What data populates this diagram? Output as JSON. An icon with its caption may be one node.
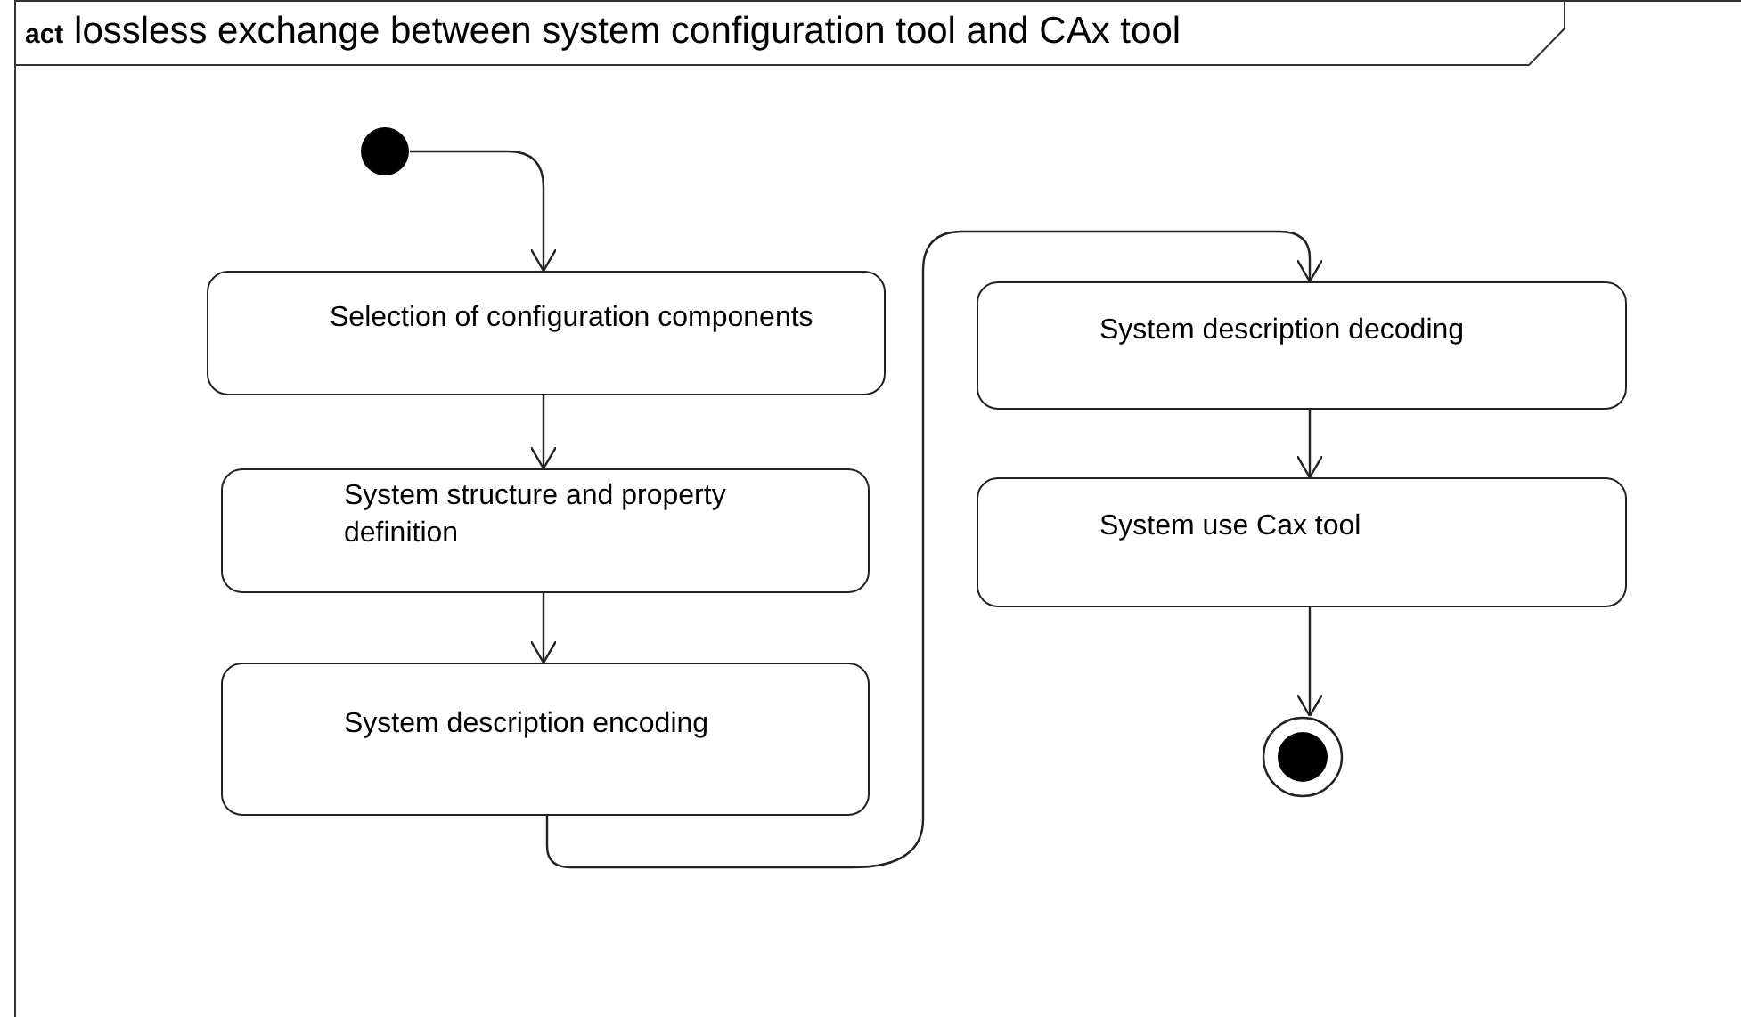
{
  "diagram": {
    "title": "**act** lossless exchange between system configuration tool and CAx tool",
    "nodes": [
      {
        "text": [],
        "shape": "circle"
      },
      {
        "text": [
          "Selection of configuration components"
        ]
      },
      {
        "text": [
          "System structure and property definition"
        ]
      },
      {
        "text": [
          "System description encoding"
        ]
      },
      {
        "text": [
          "System description decoding"
        ]
      },
      {
        "text": [
          "System use Cax tool"
        ]
      },
      {
        "text": [],
        "shape": "bullseye"
      }
    ],
    "edges": [
      {
        "from": 0,
        "to": 1,
        "arrow": "to"
      },
      {
        "from": 1,
        "to": 2,
        "arrow": "to"
      },
      {
        "from": 2,
        "to": 3,
        "arrow": "to"
      },
      {
        "from": 3,
        "to": 4,
        "arrow": "to"
      },
      {
        "from": 4,
        "to": 5,
        "arrow": "to"
      },
      {
        "from": 5,
        "to": 6,
        "arrow": "to"
      }
    ]
  }
}
